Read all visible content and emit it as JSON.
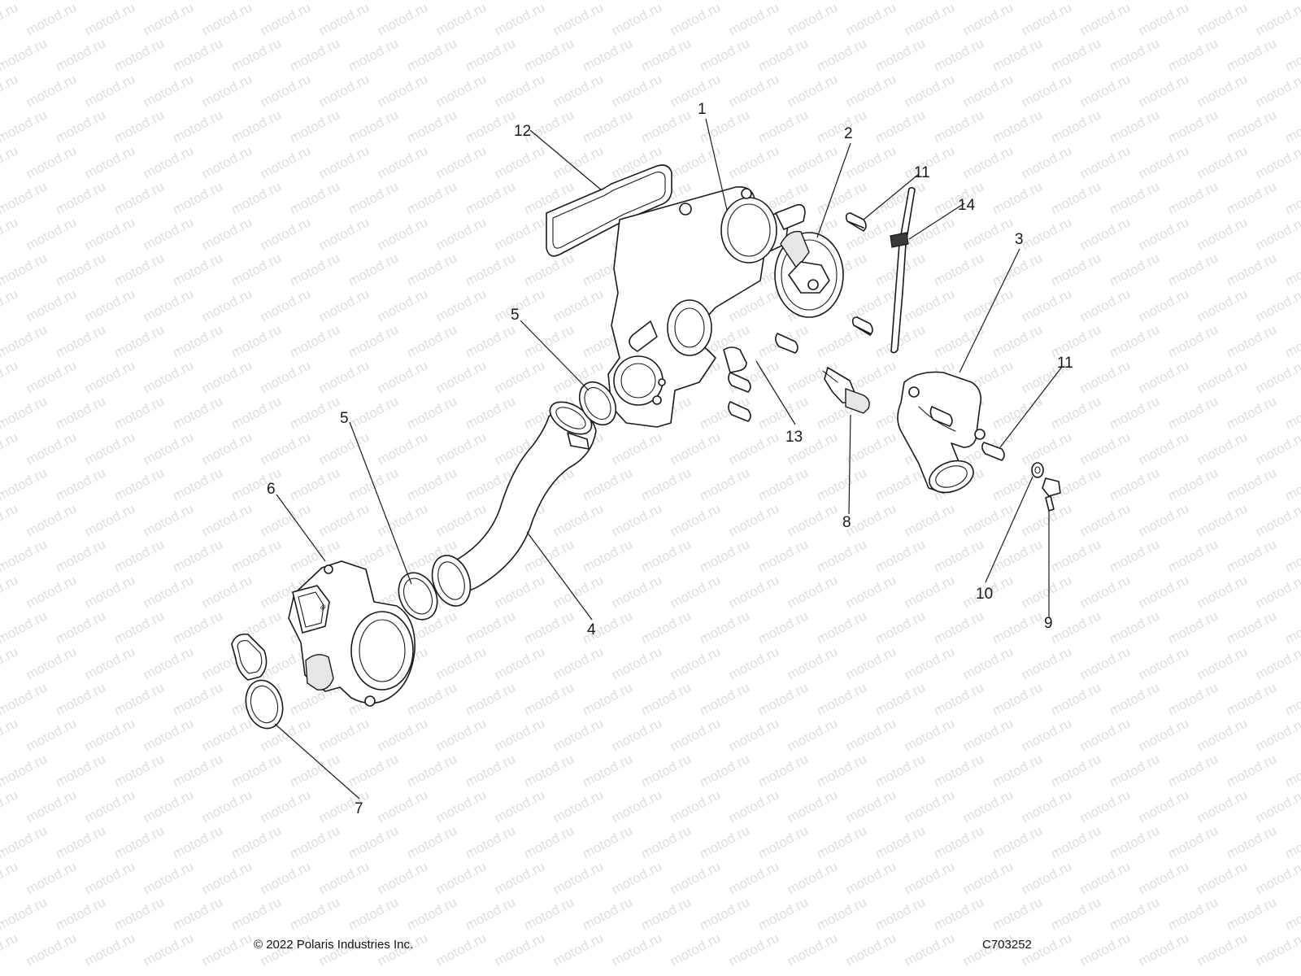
{
  "watermark": "motod.ru",
  "copyright": "© 2022 Polaris Industries Inc.",
  "drawing_number": "C703252",
  "callouts": {
    "c1": "1",
    "c2": "2",
    "c3": "3",
    "c4": "4",
    "c5a": "5",
    "c5b": "5",
    "c6": "6",
    "c7": "7",
    "c8": "8",
    "c9": "9",
    "c10": "10",
    "c11a": "11",
    "c11b": "11",
    "c12": "12",
    "c13": "13",
    "c14": "14"
  },
  "colors": {
    "line": "#1a1a1a",
    "watermark": "#c4c4c4",
    "background": "#ffffff"
  }
}
